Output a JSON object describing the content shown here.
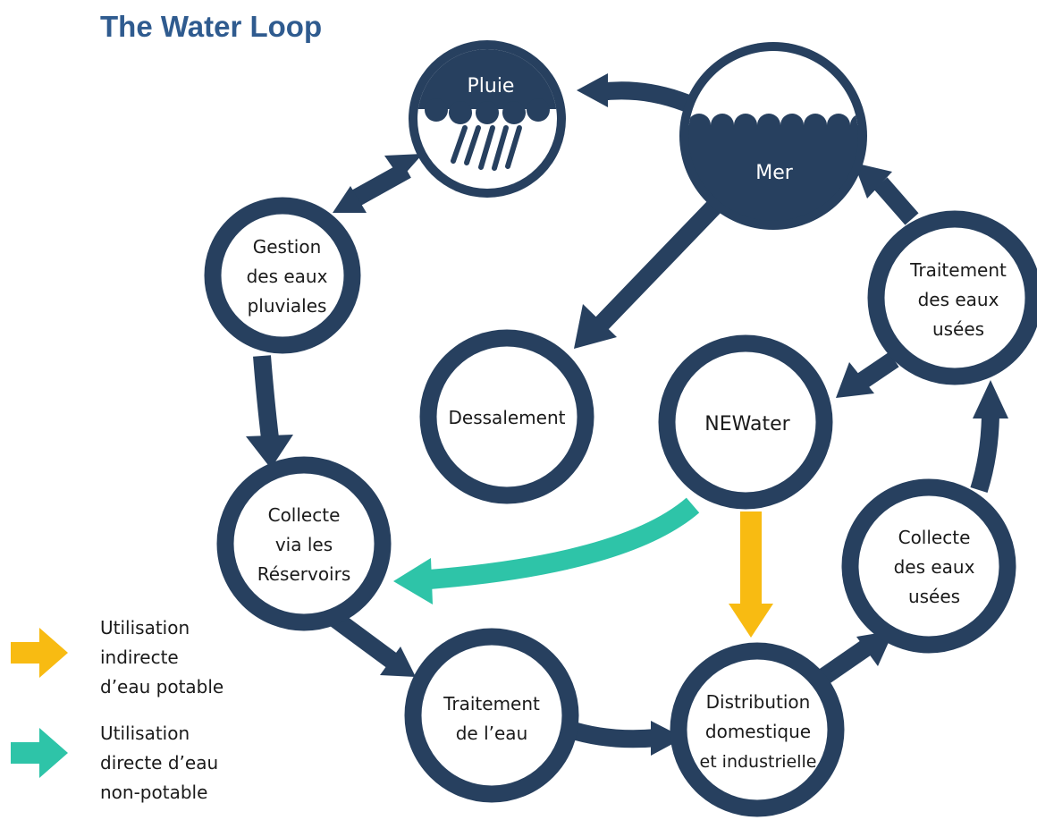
{
  "title": "The Water Loop",
  "colors": {
    "node": "#27405f",
    "indirect_potable": "#f8bb12",
    "direct_nonpotable": "#2ec4a8",
    "title": "#2f5b8f"
  },
  "nodes": {
    "pluie": {
      "lines": [
        "Pluie"
      ],
      "icon": "rain-cloud-icon"
    },
    "mer": {
      "lines": [
        "Mer"
      ],
      "icon": "sea-waves-icon"
    },
    "gestion": {
      "lines": [
        "Gestion",
        "des eaux",
        "pluviales"
      ]
    },
    "traitement_usees": {
      "lines": [
        "Traitement",
        "des eaux",
        "usées"
      ]
    },
    "dessalement": {
      "lines": [
        "Dessalement"
      ]
    },
    "newater": {
      "lines": [
        "NEWater"
      ]
    },
    "collecte_reservoirs": {
      "lines": [
        "Collecte",
        "via les",
        "Réservoirs"
      ]
    },
    "collecte_usees": {
      "lines": [
        "Collecte",
        "des eaux",
        "usées"
      ]
    },
    "traitement_eau": {
      "lines": [
        "Traitement",
        "de l’eau"
      ]
    },
    "distribution": {
      "lines": [
        "Distribution",
        "domestique",
        "et industrielle"
      ]
    }
  },
  "legend": {
    "indirect": {
      "lines": [
        "Utilisation",
        "indirecte",
        "d’eau potable"
      ]
    },
    "direct": {
      "lines": [
        "Utilisation",
        "directe d’eau",
        "non-potable"
      ]
    }
  }
}
